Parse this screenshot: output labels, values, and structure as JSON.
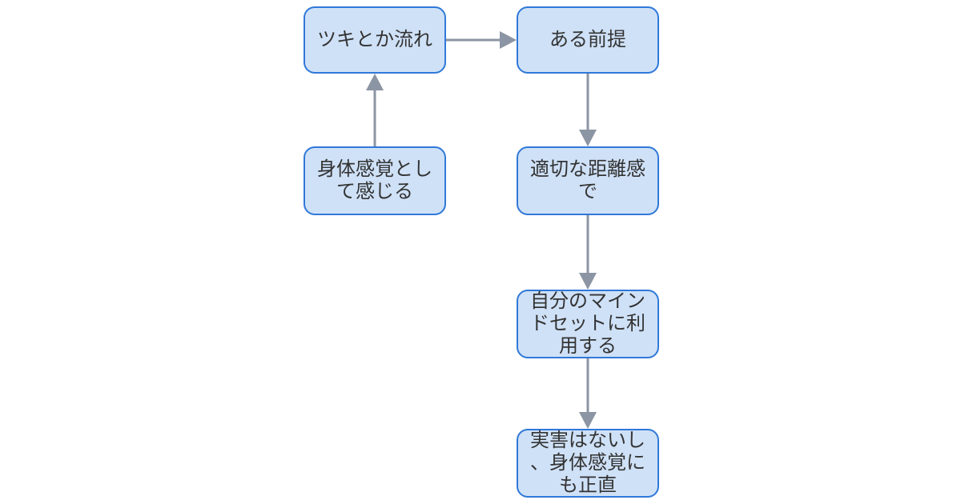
{
  "diagram": {
    "type": "flowchart",
    "canvas_bg": "#ffffff",
    "node_fill": "#cfe1f7",
    "node_border": "#3079d8",
    "text_color": "#333333",
    "arrow_color": "#8c95a3",
    "nodes": [
      {
        "id": "luck-flow",
        "label": "ツキとか流れ"
      },
      {
        "id": "premise",
        "label": "ある前提"
      },
      {
        "id": "bodily-sensation",
        "label": "身体感覚とし\nて感じる"
      },
      {
        "id": "appropriate-distance",
        "label": "適切な距離感\nで"
      },
      {
        "id": "use-mindset",
        "label": "自分のマイン\nドセットに利\n用する"
      },
      {
        "id": "no-harm-honest",
        "label": "実害はないし\n、身体感覚に\nも正直"
      }
    ],
    "edges": [
      {
        "from": "luck-flow",
        "to": "premise",
        "direction": "right"
      },
      {
        "from": "bodily-sensation",
        "to": "luck-flow",
        "direction": "up"
      },
      {
        "from": "premise",
        "to": "appropriate-distance",
        "direction": "down"
      },
      {
        "from": "appropriate-distance",
        "to": "use-mindset",
        "direction": "down"
      },
      {
        "from": "use-mindset",
        "to": "no-harm-honest",
        "direction": "down"
      }
    ]
  }
}
